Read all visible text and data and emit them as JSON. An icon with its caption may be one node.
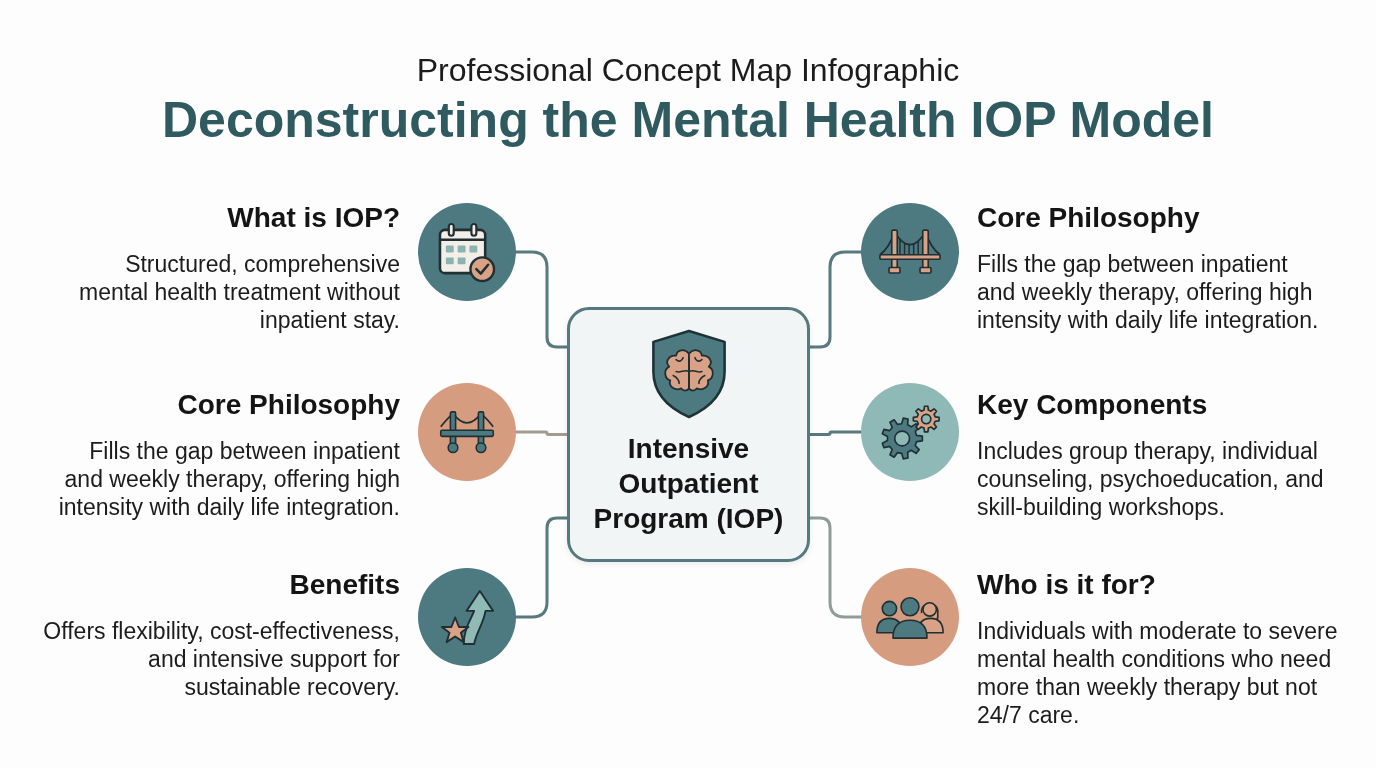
{
  "diagram": {
    "title": "Deconstructing the Mental Health IOP Model",
    "nodes": [
      {
        "text": [
          "Intensive Outpatient Program (IOP)"
        ]
      },
      {
        "text": [],
        "shape": "circle",
        "beside": [
          "What is IOP?",
          "Structured, comprehensive mental health treatment without inpatient stay."
        ]
      },
      {
        "text": [],
        "shape": "circle",
        "beside": [
          "Core Philosophy",
          "Fills the gap between inpatient and weekly therapy, offering high intensity with daily life integration."
        ]
      },
      {
        "text": [],
        "shape": "circle",
        "beside": [
          "Benefits",
          "Offers flexibility, cost-effectiveness, and intensive support for sustainable recovery."
        ]
      },
      {
        "text": [],
        "shape": "circle",
        "beside": [
          "Core Philosophy",
          "Fills the gap between inpatient and weekly therapy, offering high intensity with daily life integration."
        ]
      },
      {
        "text": [],
        "shape": "circle",
        "beside": [
          "Key Components",
          "Includes group therapy, individual counseling, psychoeducation, and skill-building workshops."
        ]
      },
      {
        "text": [],
        "shape": "circle",
        "beside": [
          "Who is it for?",
          "Individuals with moderate to severe mental health conditions who need more than weekly therapy but not 24/7 care."
        ]
      }
    ],
    "edges": [
      {
        "from": 0,
        "to": 1,
        "arrow": "none"
      },
      {
        "from": 0,
        "to": 2,
        "arrow": "none",
        "color": "#a39b8f"
      },
      {
        "from": 0,
        "to": 3,
        "arrow": "none"
      },
      {
        "from": 0,
        "to": 4,
        "arrow": "none"
      },
      {
        "from": 0,
        "to": 5,
        "arrow": "none"
      },
      {
        "from": 0,
        "to": 6,
        "arrow": "none",
        "color": "#8f9c98"
      }
    ],
    "labels": [
      "Professional Concept Map Infographic"
    ]
  }
}
